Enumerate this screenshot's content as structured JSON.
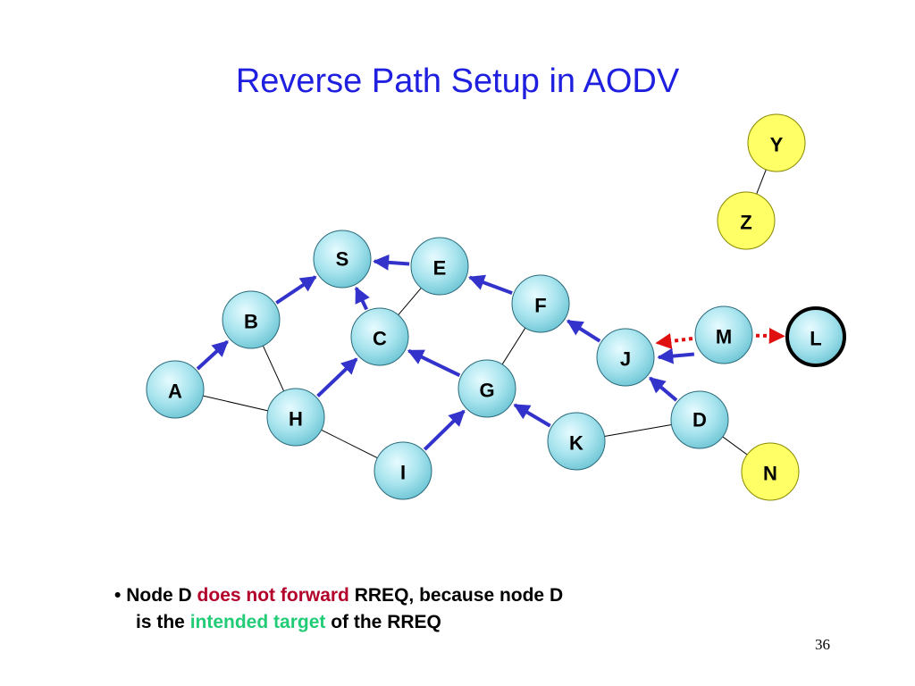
{
  "title": "Reverse Path Setup in AODV",
  "nodes": [
    {
      "id": "S",
      "label": "S",
      "style": "network"
    },
    {
      "id": "E",
      "label": "E",
      "style": "network"
    },
    {
      "id": "B",
      "label": "B",
      "style": "network"
    },
    {
      "id": "C",
      "label": "C",
      "style": "network"
    },
    {
      "id": "F",
      "label": "F",
      "style": "network"
    },
    {
      "id": "A",
      "label": "A",
      "style": "network"
    },
    {
      "id": "H",
      "label": "H",
      "style": "network"
    },
    {
      "id": "G",
      "label": "G",
      "style": "network"
    },
    {
      "id": "I",
      "label": "I",
      "style": "network"
    },
    {
      "id": "K",
      "label": "K",
      "style": "network"
    },
    {
      "id": "J",
      "label": "J",
      "style": "network"
    },
    {
      "id": "D",
      "label": "D",
      "style": "network"
    },
    {
      "id": "M",
      "label": "M",
      "style": "network"
    },
    {
      "id": "L",
      "label": "L",
      "style": "network-highlight"
    },
    {
      "id": "Y",
      "label": "Y",
      "style": "yellow"
    },
    {
      "id": "Z",
      "label": "Z",
      "style": "yellow"
    },
    {
      "id": "N",
      "label": "N",
      "style": "yellow"
    }
  ],
  "links": [
    {
      "from": "Y",
      "to": "Z",
      "type": "plain"
    },
    {
      "from": "E",
      "to": "C",
      "type": "plain"
    },
    {
      "from": "B",
      "to": "H",
      "type": "plain"
    },
    {
      "from": "A",
      "to": "H",
      "type": "plain"
    },
    {
      "from": "H",
      "to": "I",
      "type": "plain"
    },
    {
      "from": "F",
      "to": "G",
      "type": "plain"
    },
    {
      "from": "K",
      "to": "D",
      "type": "plain"
    },
    {
      "from": "D",
      "to": "N",
      "type": "plain"
    },
    {
      "from": "A",
      "to": "B",
      "type": "reverse"
    },
    {
      "from": "B",
      "to": "S",
      "type": "reverse"
    },
    {
      "from": "E",
      "to": "S",
      "type": "reverse"
    },
    {
      "from": "C",
      "to": "S",
      "type": "reverse"
    },
    {
      "from": "F",
      "to": "E",
      "type": "reverse"
    },
    {
      "from": "H",
      "to": "C",
      "type": "reverse"
    },
    {
      "from": "G",
      "to": "C",
      "type": "reverse"
    },
    {
      "from": "I",
      "to": "G",
      "type": "reverse"
    },
    {
      "from": "K",
      "to": "G",
      "type": "reverse"
    },
    {
      "from": "J",
      "to": "F",
      "type": "reverse"
    },
    {
      "from": "M",
      "to": "J",
      "type": "reverse"
    },
    {
      "from": "D",
      "to": "J",
      "type": "reverse"
    },
    {
      "from": "M",
      "to": "J",
      "type": "dotted"
    },
    {
      "from": "M",
      "to": "L",
      "type": "dotted"
    }
  ],
  "colors": {
    "reverse_arrow": "#3333cc",
    "dotted_arrow": "#e01010",
    "plain_link": "#000000",
    "node_fill": "#a8e4ee",
    "node_stroke": "#2a6a7a",
    "yellow_fill": "#ffff66",
    "yellow_stroke": "#888800",
    "title": "#1f1fe0"
  },
  "bullet": {
    "marker": "•",
    "part1": "Node D ",
    "part2": "does not forward",
    "part3": " RREQ, because node D",
    "part4": "is the ",
    "part5": "intended target",
    "part6": " of the RREQ"
  },
  "page_number": "36"
}
